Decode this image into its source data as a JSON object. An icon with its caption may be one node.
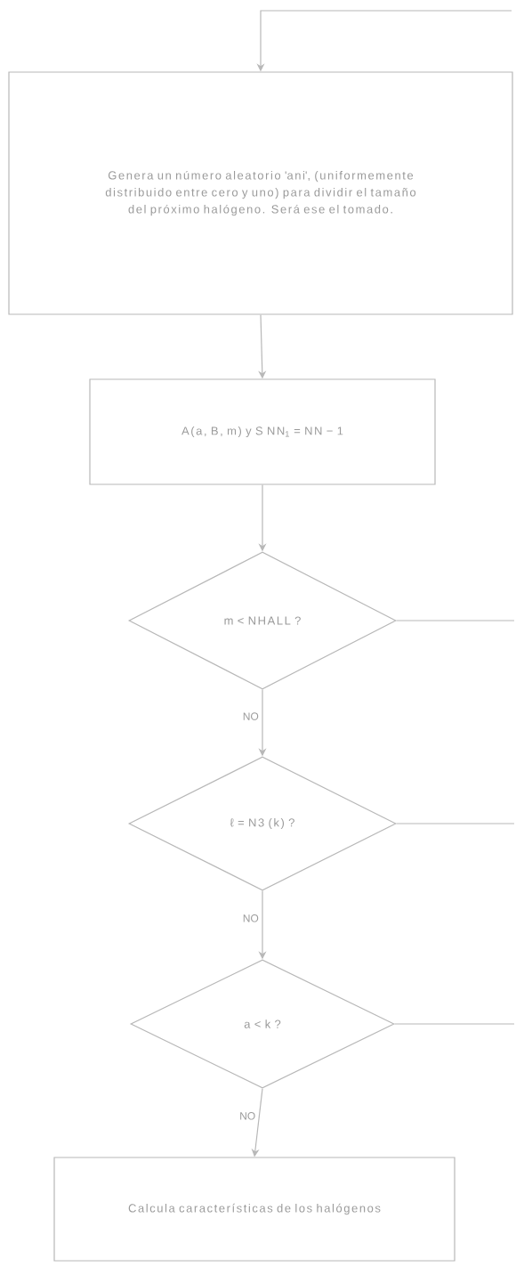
{
  "diagram": {
    "nodes": [
      {
        "text": [
          "Genera un número aleatorio 'ani', (uniformemente distribuido entre cero y uno) para dividir el tamaño del próximo halógeno. Será ese el tomado."
        ]
      },
      {
        "text": [
          "A(a, B, m) y S NN$_{1}$ = NN − 1"
        ]
      },
      {
        "text": [
          "m < NHALL ?"
        ]
      },
      {
        "text": [
          "ℓ = N3 (k) ?"
        ]
      },
      {
        "text": [
          "a < k ?"
        ]
      },
      {
        "text": [
          "Calcula características de los halógenos"
        ]
      }
    ],
    "edges": [
      {
        "from": null,
        "to": 0,
        "arrow": "to"
      },
      {
        "from": 0,
        "to": 1,
        "arrow": "to"
      },
      {
        "from": 1,
        "to": 2,
        "arrow": "to"
      },
      {
        "from": 2,
        "to": 3,
        "arrow": "to",
        "label": "NO"
      },
      {
        "from": 3,
        "to": 4,
        "arrow": "to",
        "label": "NO"
      },
      {
        "from": 4,
        "to": 5,
        "arrow": "to",
        "label": "NO"
      },
      {
        "from": 2,
        "to": null,
        "arrow": "none"
      },
      {
        "from": 3,
        "to": null,
        "arrow": "none"
      },
      {
        "from": 4,
        "to": null,
        "arrow": "none"
      }
    ]
  }
}
